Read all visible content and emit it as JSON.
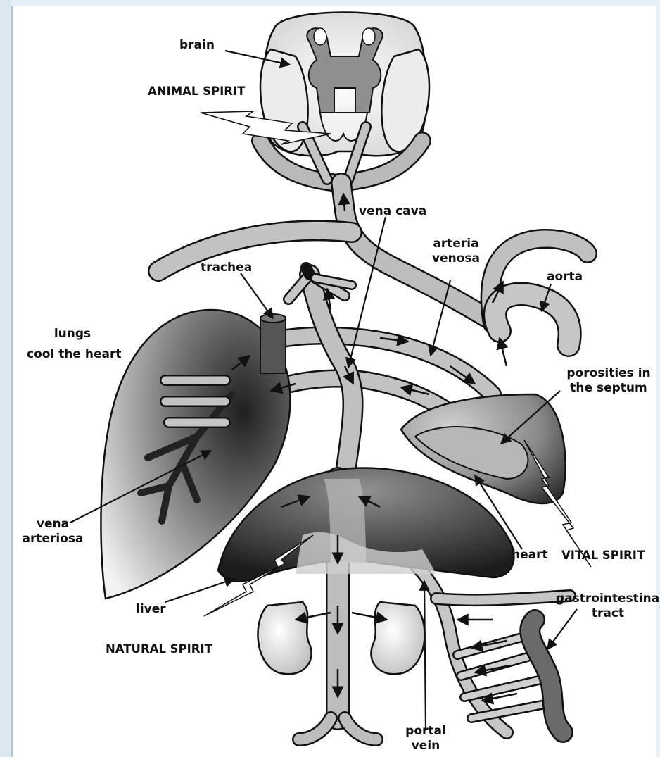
{
  "labels": {
    "brain": "brain",
    "animal_spirit": "ANIMAL SPIRIT",
    "vena_cava": "vena cava",
    "arteria_venosa_1": "arteria",
    "arteria_venosa_2": "venosa",
    "trachea": "trachea",
    "aorta": "aorta",
    "lungs_1": "lungs",
    "lungs_2": "cool the heart",
    "porosities_1": "porosities in",
    "porosities_2": "the septum",
    "vena_arteriosa_1": "vena",
    "vena_arteriosa_2": "arteriosa",
    "heart": "heart",
    "vital_spirit": "VITAL SPIRIT",
    "liver": "liver",
    "gastro_1": "gastrointestinal",
    "gastro_2": "tract",
    "natural_spirit": "NATURAL SPIRIT",
    "portal_1": "portal",
    "portal_2": "vein"
  }
}
